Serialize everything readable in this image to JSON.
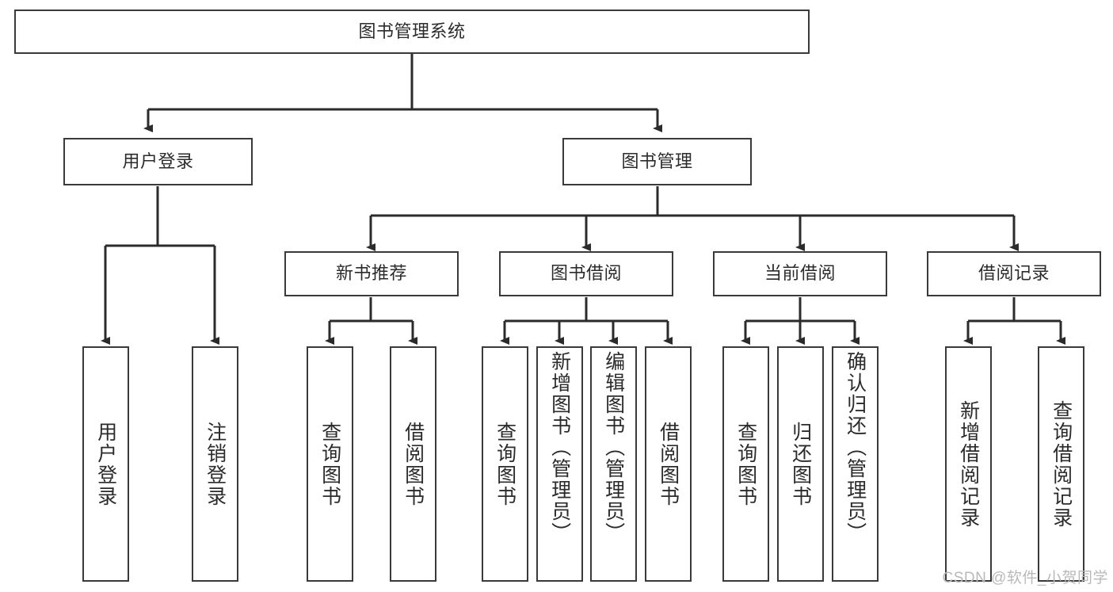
{
  "diagram": {
    "type": "hierarchy-tree",
    "title": "图书管理系统",
    "watermark": "CSDN @软件_小贺同学",
    "colors": {
      "box_border": "#3a3a3a",
      "box_fill": "#ffffff",
      "connector": "#2b2b2b",
      "text": "#2b2b2b",
      "watermark": "#b9b9b9"
    },
    "levels": {
      "root": {
        "label": "图书管理系统"
      },
      "level1": [
        {
          "id": "n-user-login",
          "label": "用户登录"
        },
        {
          "id": "n-book-mgmt",
          "label": "图书管理"
        }
      ],
      "level2": [
        {
          "id": "n-new-book-rec",
          "label": "新书推荐",
          "parent": "n-book-mgmt"
        },
        {
          "id": "n-book-borrow",
          "label": "图书借阅",
          "parent": "n-book-mgmt"
        },
        {
          "id": "n-current-borrow",
          "label": "当前借阅",
          "parent": "n-book-mgmt"
        },
        {
          "id": "n-borrow-record",
          "label": "借阅记录",
          "parent": "n-book-mgmt"
        }
      ],
      "leaves": [
        {
          "id": "leaf-user-login",
          "label": "用户登录",
          "parent": "n-user-login"
        },
        {
          "id": "leaf-logout-login",
          "label": "注销登录",
          "parent": "n-user-login"
        },
        {
          "id": "leaf-query-book-1",
          "label": "查询图书",
          "parent": "n-new-book-rec"
        },
        {
          "id": "leaf-borrow-book-1",
          "label": "借阅图书",
          "parent": "n-new-book-rec"
        },
        {
          "id": "leaf-query-book-2",
          "label": "查询图书",
          "parent": "n-book-borrow"
        },
        {
          "id": "leaf-add-book",
          "label": "新增图书（管理员）",
          "parent": "n-book-borrow"
        },
        {
          "id": "leaf-edit-book",
          "label": "编辑图书（管理员）",
          "parent": "n-book-borrow"
        },
        {
          "id": "leaf-borrow-book-2",
          "label": "借阅图书",
          "parent": "n-book-borrow"
        },
        {
          "id": "leaf-query-book-3",
          "label": "查询图书",
          "parent": "n-current-borrow"
        },
        {
          "id": "leaf-return-book",
          "label": "归还图书",
          "parent": "n-current-borrow"
        },
        {
          "id": "leaf-confirm-return",
          "label": "确认归还（管理员）",
          "parent": "n-current-borrow"
        },
        {
          "id": "leaf-add-record",
          "label": "新增借阅记录",
          "parent": "n-borrow-record"
        },
        {
          "id": "leaf-query-record",
          "label": "查询借阅记录",
          "parent": "n-borrow-record"
        }
      ]
    }
  }
}
